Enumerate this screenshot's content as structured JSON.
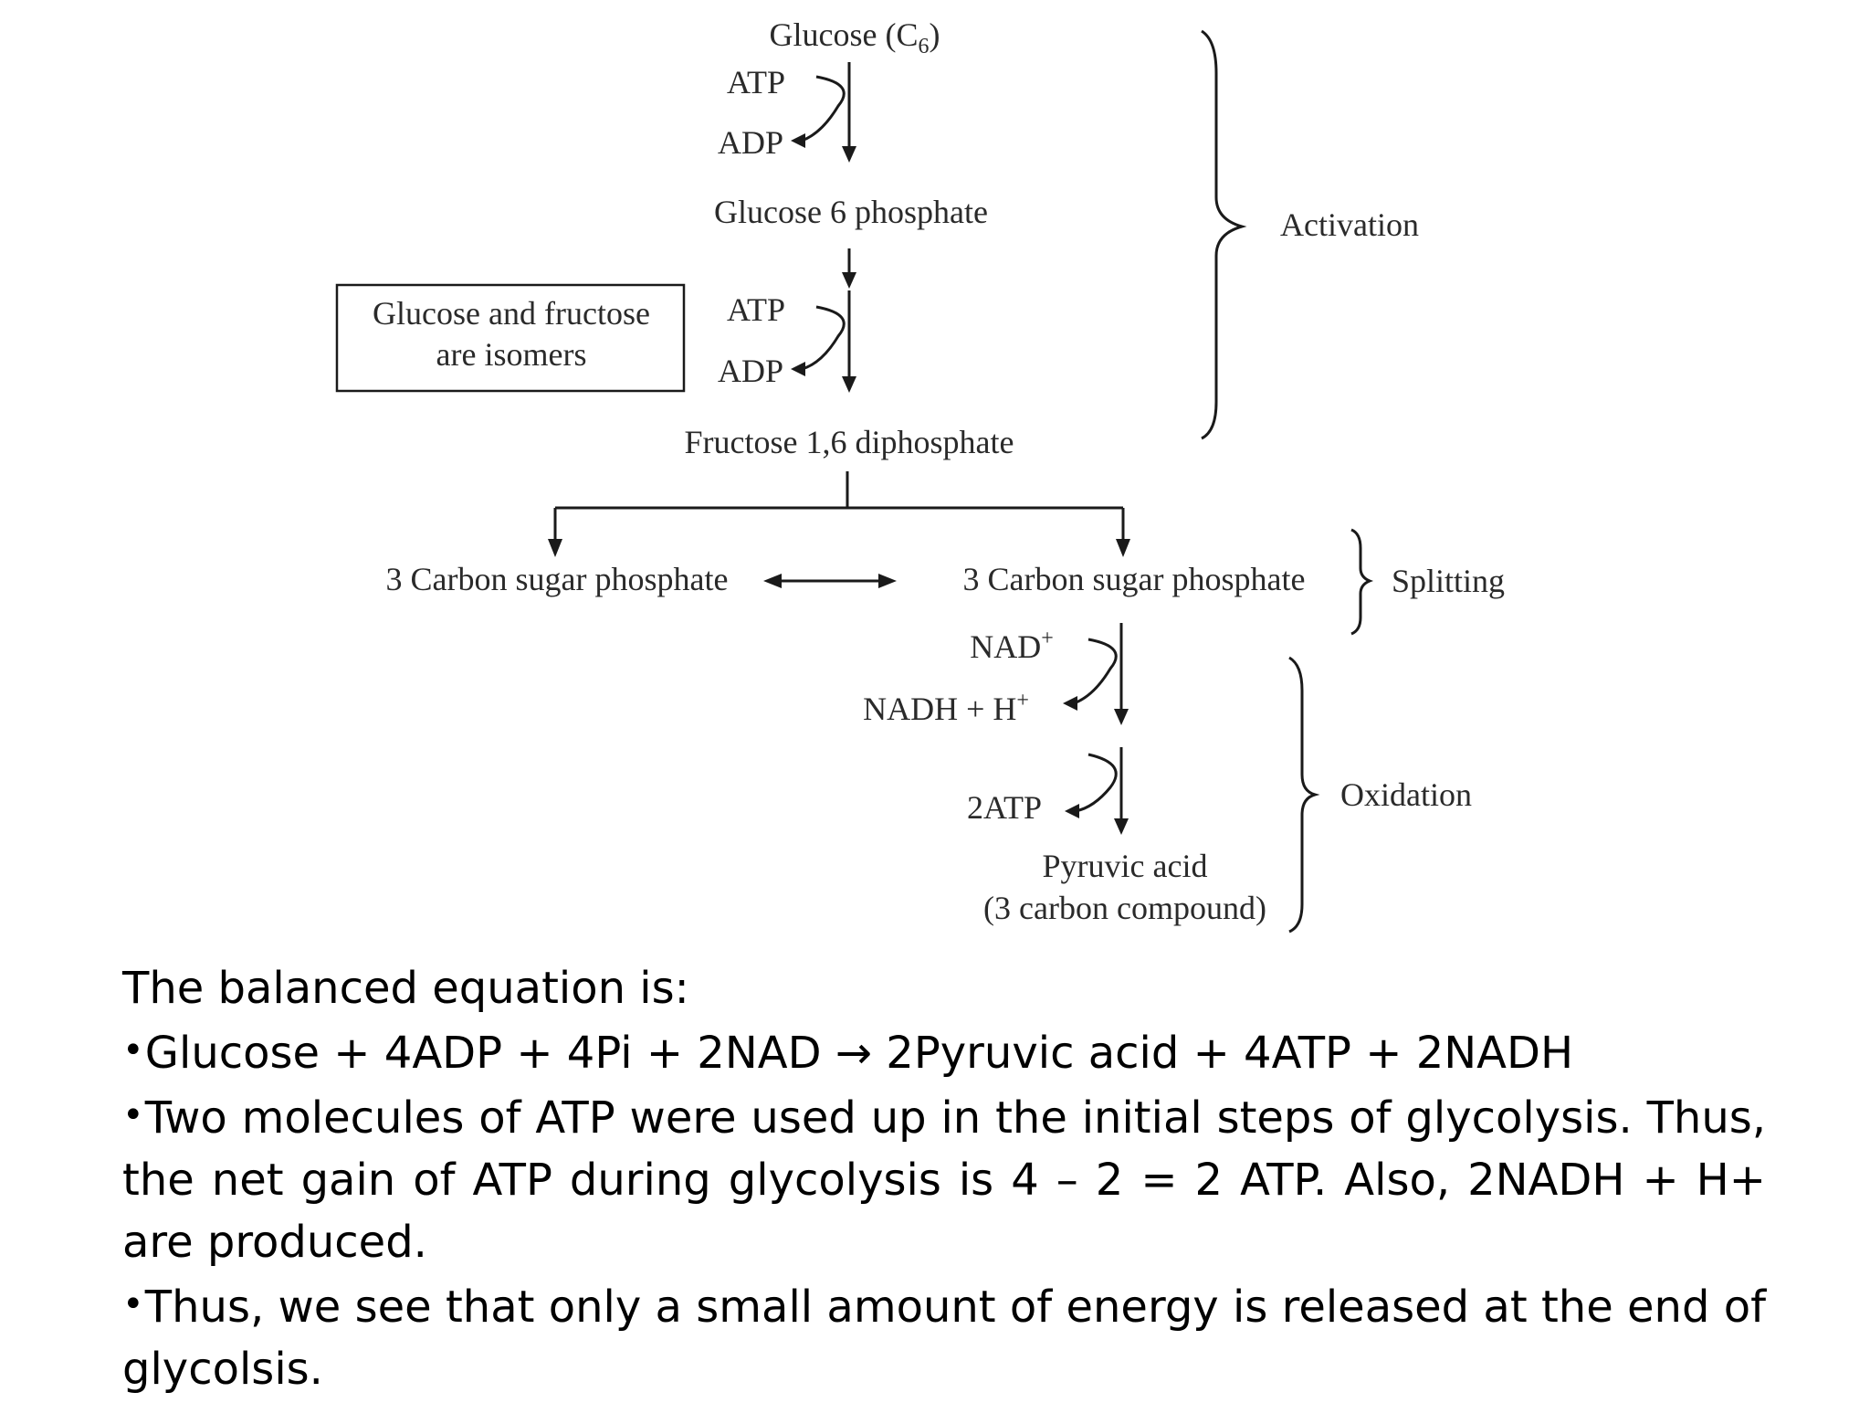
{
  "diagram": {
    "glucose": "Glucose (C",
    "glucose_sub": "6",
    "glucose_close": ")",
    "atp_1": "ATP",
    "adp_1": "ADP",
    "glucose_6_phosphate": "Glucose 6 phosphate",
    "atp_2": "ATP",
    "adp_2": "ADP",
    "isomer_note_line1": "Glucose and fructose",
    "isomer_note_line2": "are isomers",
    "fructose_diphosphate": "Fructose 1,6 diphosphate",
    "carbon_sugar_left": "3 Carbon sugar phosphate",
    "carbon_sugar_right": "3 Carbon sugar phosphate",
    "nad": "NAD",
    "nad_sup": "+",
    "nadh": "NADH + H",
    "nadh_sup": "+",
    "two_atp": "2ATP",
    "pyruvic_line1": "Pyruvic acid",
    "pyruvic_line2": "(3 carbon compound)",
    "stage_activation": "Activation",
    "stage_splitting": "Splitting",
    "stage_oxidation": "Oxidation"
  },
  "notes": {
    "intro": "The balanced equation is:",
    "bullet_symbol": "•",
    "bullets": [
      "Glucose + 4ADP + 4Pi + 2NAD → 2Pyruvic acid + 4ATP + 2NADH",
      "Two molecules of ATP were used up in the initial steps of glycolysis.  Thus, the net gain of ATP during glycolysis is 4 – 2 = 2 ATP.  Also, 2NADH + H+ are produced.",
      "Thus, we see that only a small amount of energy is released at the end of glycolsis."
    ]
  }
}
